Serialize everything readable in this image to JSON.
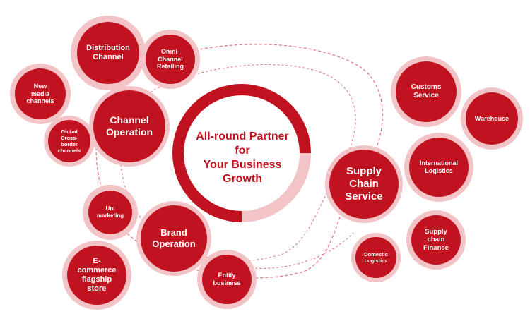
{
  "colors": {
    "primary": "#c0121f",
    "ring_light": "#f2c4c7",
    "ring_pale": "#f6d3d5",
    "dash": "#e27a80"
  },
  "center": {
    "title": "All-round Partner\nfor\nYour Business\nGrowth"
  },
  "hubs": {
    "channel_operation": "Channel\nOperation",
    "brand_operation": "Brand\nOperation",
    "supply_chain_service": "Supply\nChain\nService"
  },
  "nodes": {
    "distribution_channel": "Distribution\nChannel",
    "omni_channel_retailing": "Omni-\nChannel\nRetailing",
    "new_media_channels": "New\nmedia\nchannels",
    "global_cross_border_channels": "Global\nCross-\nborder\nchannels",
    "uni_marketing": "Uni\nmarketing",
    "e_commerce_flagship_store": "E-\ncommerce\nflagship\nstore",
    "entity_business": "Entity\nbusiness",
    "customs_service": "Customs\nService",
    "warehouse": "Warehouse",
    "international_logistics": "International\nLogistics",
    "supply_chain_finance": "Supply\nchain\nFinance",
    "domestic_logistics": "Domestic\nLogistics"
  }
}
